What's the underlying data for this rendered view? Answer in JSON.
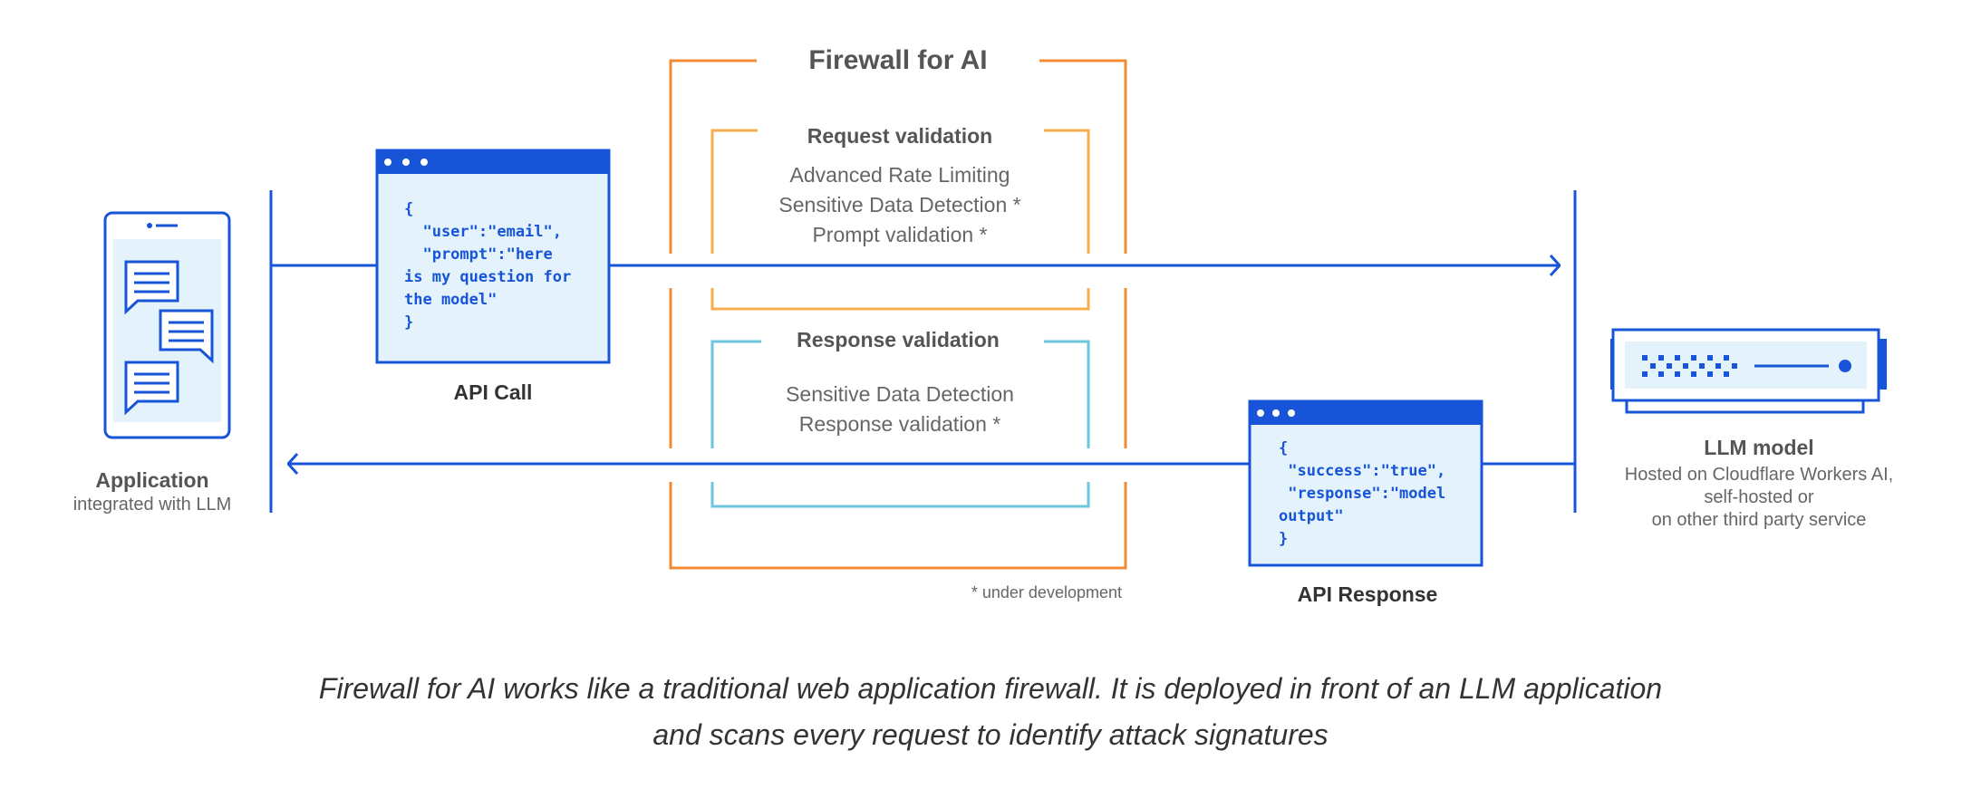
{
  "firewall": {
    "title": "Firewall for AI",
    "footnote": "* under development",
    "request": {
      "title": "Request validation",
      "items": [
        "Advanced Rate Limiting",
        "Sensitive Data Detection *",
        "Prompt validation *"
      ]
    },
    "response": {
      "title": "Response validation",
      "items": [
        "Sensitive Data Detection",
        "Response validation *"
      ]
    }
  },
  "application": {
    "title": "Application",
    "subtitle": "integrated with LLM",
    "icon": "phone-chat-icon"
  },
  "api_call": {
    "label": "API Call",
    "code": [
      "{",
      "  \"user\":\"email\",",
      "  \"prompt\":\"here",
      "is my question for",
      "the model\"",
      "}"
    ]
  },
  "api_response": {
    "label": "API Response",
    "code": [
      "{",
      " \"success\":\"true\",",
      " \"response\":\"model",
      "output\"",
      "}"
    ]
  },
  "llm": {
    "title": "LLM model",
    "lines": [
      "Hosted on Cloudflare Workers AI,",
      "self-hosted or",
      "on other third party service"
    ],
    "icon": "server-icon"
  },
  "caption": {
    "line1": "Firewall for AI works like a traditional web application firewall. It is deployed in front of an LLM application",
    "line2": "and scans every request to identify attack signatures"
  },
  "colors": {
    "blue": "#1754d8",
    "light_blue_fill": "#e4f3fb",
    "orange": "#f08a35",
    "light_orange": "#f7ad4e",
    "teal": "#6cc6dc",
    "gray_text": "#555555"
  }
}
